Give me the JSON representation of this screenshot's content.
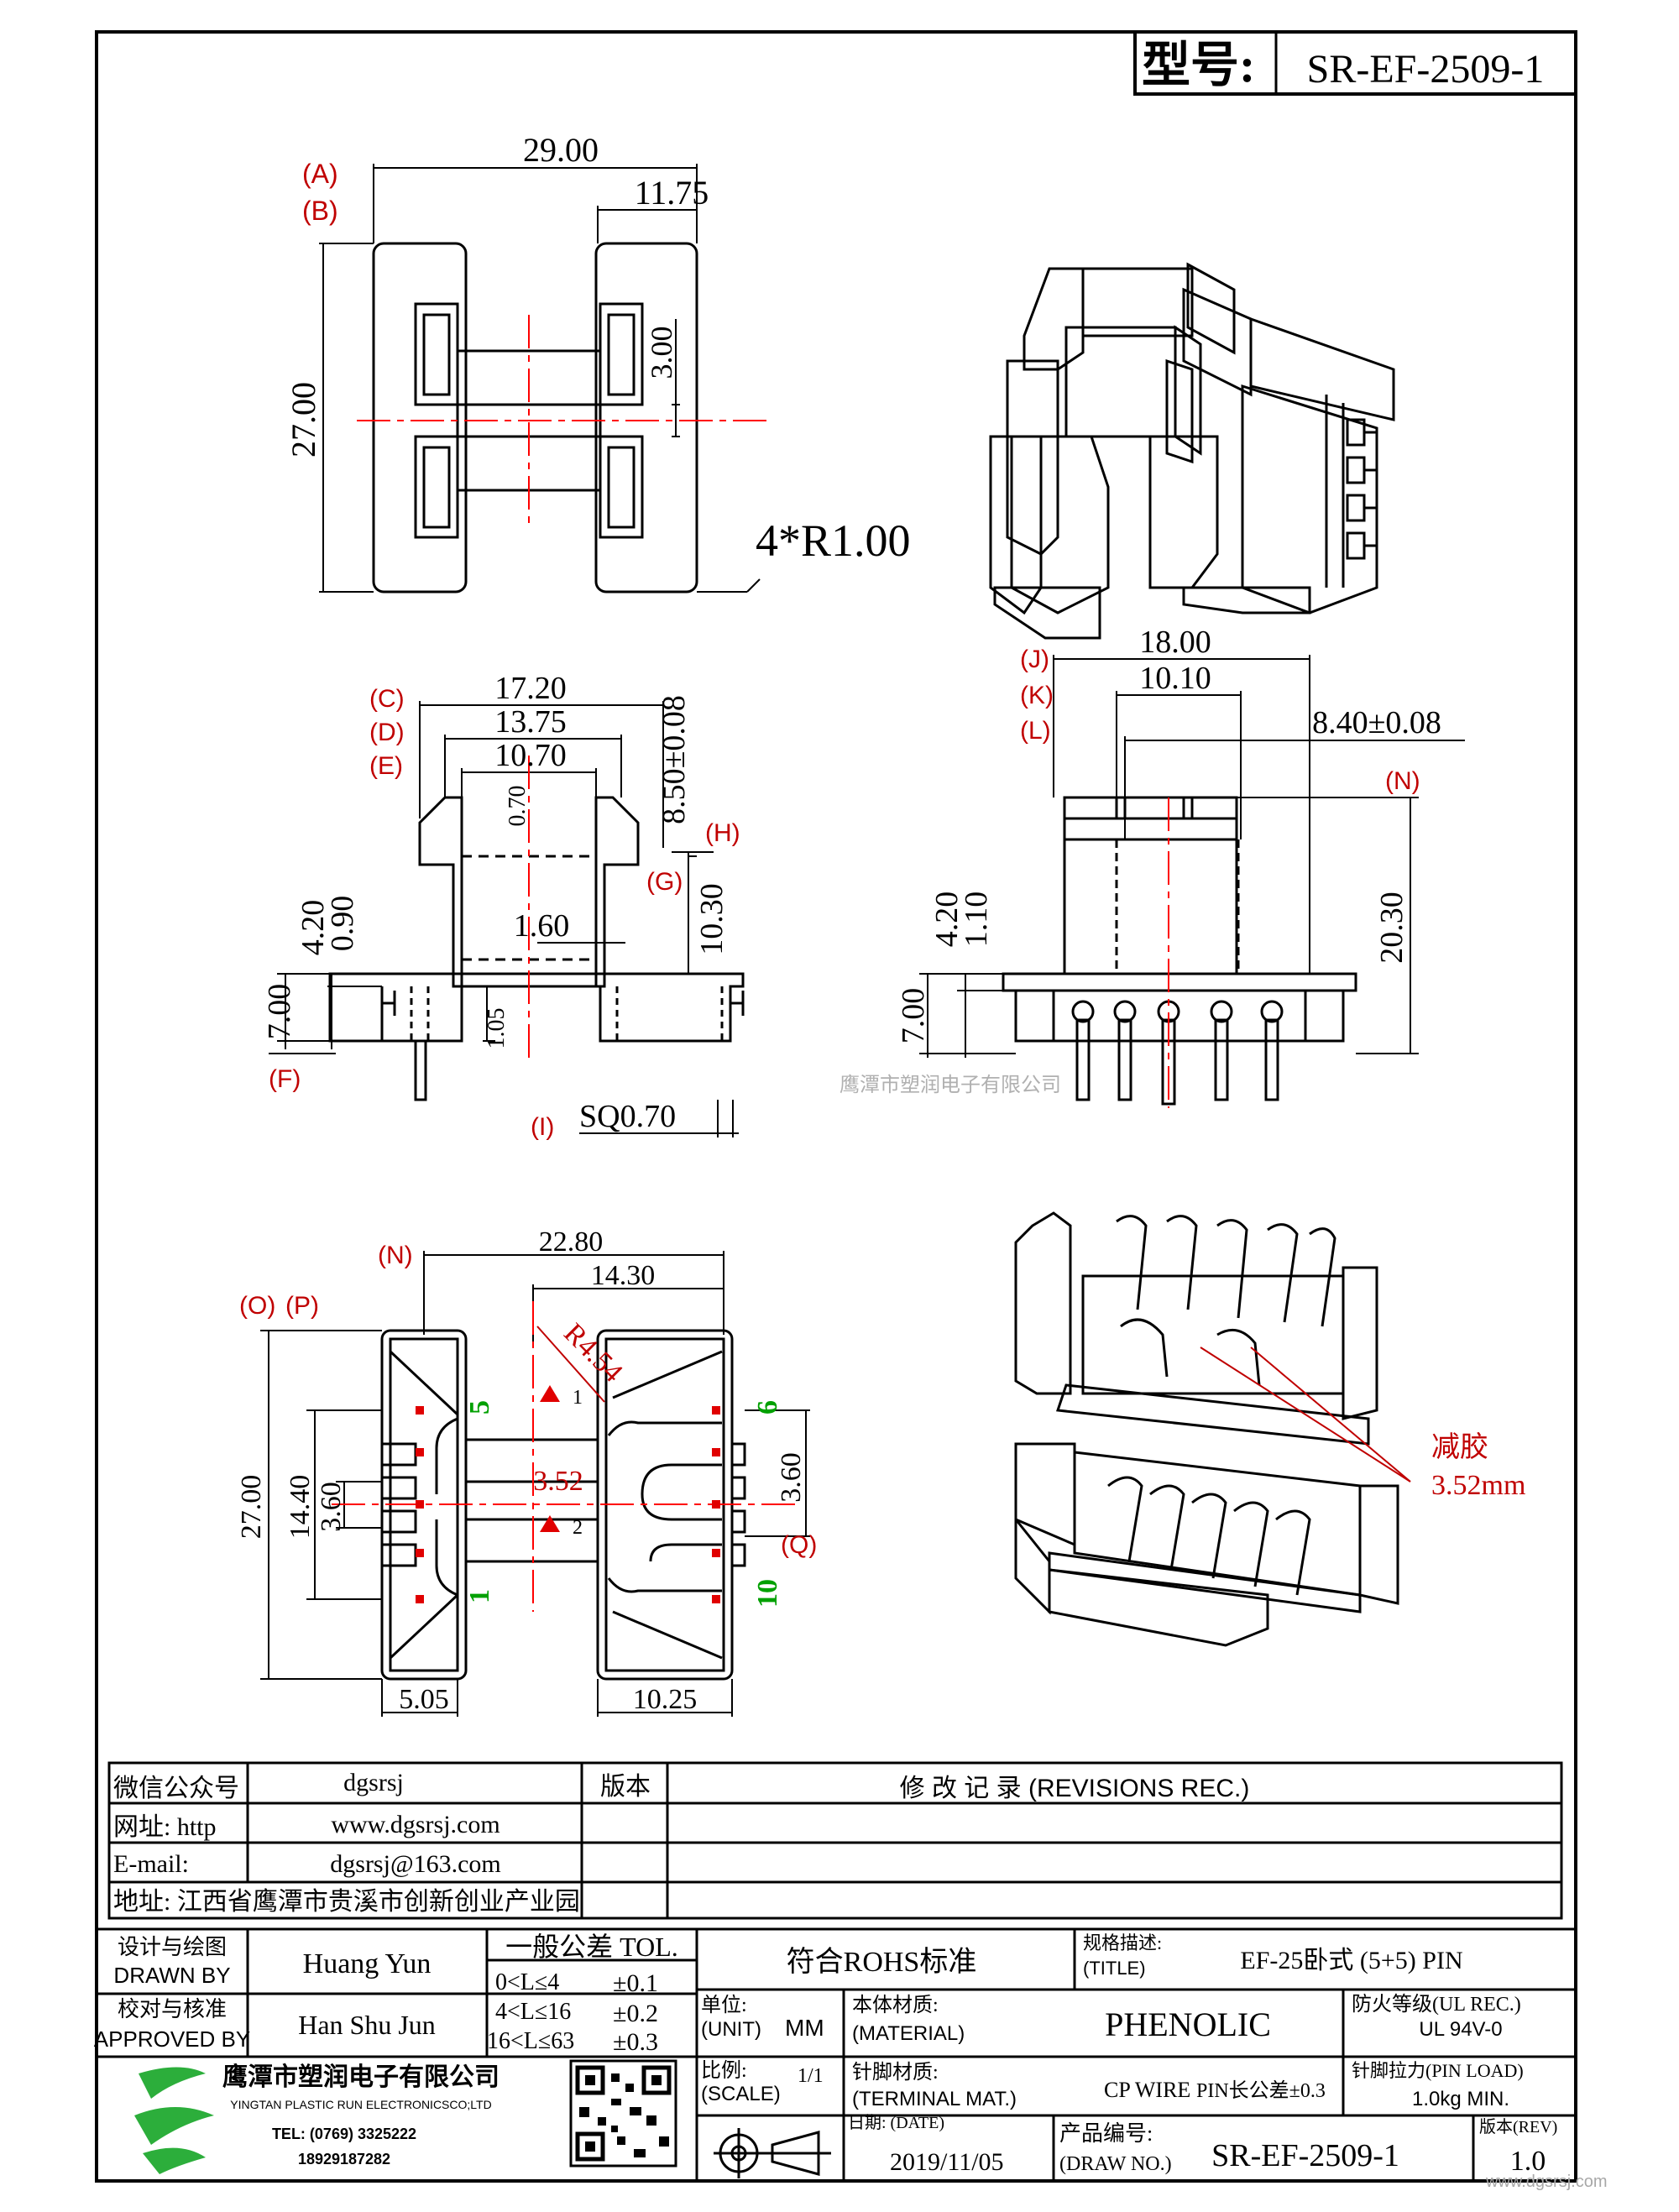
{
  "title_block": {
    "model_label": "型号:",
    "model_number": "SR-EF-2509-1"
  },
  "top_view": {
    "dim_width": "29.00",
    "dim_half": "11.75",
    "dim_height": "27.00",
    "dim_slot": "3.00",
    "radius_note": "4*R1.00",
    "label_a": "(A)",
    "label_b": "(B)"
  },
  "front_view": {
    "dim_c": "17.20",
    "dim_d": "13.75",
    "dim_e": "10.70",
    "dim_wall": "0.70",
    "dim_h": "8.50±0.08",
    "dim_g": "10.30",
    "dim_1_60": "1.60",
    "dim_4_20": "4.20",
    "dim_0_90": "0.90",
    "dim_7_00": "7.00",
    "dim_1_05": "1.05",
    "pin_note": "SQ0.70",
    "label_c": "(C)",
    "label_d": "(D)",
    "label_e": "(E)",
    "label_f": "(F)",
    "label_g": "(G)",
    "label_h": "(H)",
    "label_i": "(I)"
  },
  "side_view": {
    "dim_j": "18.00",
    "dim_k": "10.10",
    "dim_l": "8.40±0.08",
    "dim_n": "20.30",
    "dim_4_20": "4.20",
    "dim_1_10": "1.10",
    "dim_7_00": "7.00",
    "label_j": "(J)",
    "label_k": "(K)",
    "label_l": "(L)",
    "label_n": "(N)"
  },
  "watermark": "鹰潭市塑润电子有限公司",
  "bottom_view": {
    "dim_n": "22.80",
    "dim_14_30": "14.30",
    "dim_27_00": "27.00",
    "dim_14_40": "14.40",
    "dim_3_60_left": "3.60",
    "dim_3_60_right": "3.60",
    "dim_3_52": "3.52",
    "dim_radius": "R4.54",
    "dim_5_05": "5.05",
    "dim_10_25": "10.25",
    "pin_1": "1",
    "pin_5": "5",
    "pin_6": "6",
    "pin_10": "10",
    "marker_1": "1",
    "marker_2": "2",
    "label_n": "(N)",
    "label_o": "(O)",
    "label_p": "(P)",
    "label_q": "(Q)"
  },
  "iso_note": {
    "line1": "减胶",
    "line2": "3.52mm"
  },
  "info_table": {
    "wechat_label": "微信公众号",
    "wechat_value": "dgsrsj",
    "web_label": "网址: http",
    "web_value": "www.dgsrsj.com",
    "email_label": "E-mail:",
    "email_value": "dgsrsj@163.com",
    "address_label": "地址: 江西省鹰潭市贵溪市创新创业产业园",
    "version_header": "版本",
    "revisions_header": "修 改 记 录 (REVISIONS REC.)"
  },
  "footer": {
    "designer_label_cn": "设计与绘图",
    "designer_label_en": "DRAWN BY",
    "designer_name": "Huang Yun",
    "checker_label_cn": "校对与核准",
    "checker_label_en": "APPROVED BY",
    "checker_name": "Han Shu Jun",
    "tol_header": "一般公差 TOL.",
    "tol_row1_range": "0<L≤4",
    "tol_row1_val": "±0.1",
    "tol_row2_range": "4<L≤16",
    "tol_row2_val": "±0.2",
    "tol_row3_range": "16<L≤63",
    "tol_row3_val": "±0.3",
    "rohs": "符合ROHS标准",
    "title_label_cn": "规格描述:",
    "title_label_en": "(TITLE)",
    "title_value": "EF-25卧式 (5+5) PIN",
    "unit_label_cn": "单位:",
    "unit_label_en": "(UNIT)",
    "unit_value": "MM",
    "material_label_cn": "本体材质:",
    "material_label_en": "(MATERIAL)",
    "material_value": "PHENOLIC",
    "fire_label": "防火等级(UL REC.)",
    "fire_value": "UL 94V-0",
    "scale_label_cn": "比例:",
    "scale_label_en": "(SCALE)",
    "scale_value": "1/1",
    "terminal_label_cn": "针脚材质:",
    "terminal_label_en": "(TERMINAL MAT.)",
    "terminal_value": "CP WIRE",
    "pin_tol": "PIN长公差±0.3",
    "pin_load_label": "针脚拉力(PIN LOAD)",
    "pin_load_value": "1.0kg MIN.",
    "company_cn": "鹰潭市塑润电子有限公司",
    "company_en": "YINGTAN PLASTIC RUN ELECTRONICSCO;LTD",
    "tel": "TEL: (0769) 3325222",
    "mobile": "18929187282",
    "date_label": "日期: (DATE)",
    "date_value": "2019/11/05",
    "drawno_label_cn": "产品编号:",
    "drawno_label_en": "(DRAW NO.)",
    "drawno_value": "SR-EF-2509-1",
    "rev_label": "版本(REV)",
    "rev_value": "1.0",
    "site_watermark": "www.dgsrsj.com"
  },
  "colors": {
    "line": "#000000",
    "center_line": "#ff0000",
    "dim_label": "#c00000",
    "pin_number": "#00a000",
    "pin_dot": "#e00000"
  }
}
